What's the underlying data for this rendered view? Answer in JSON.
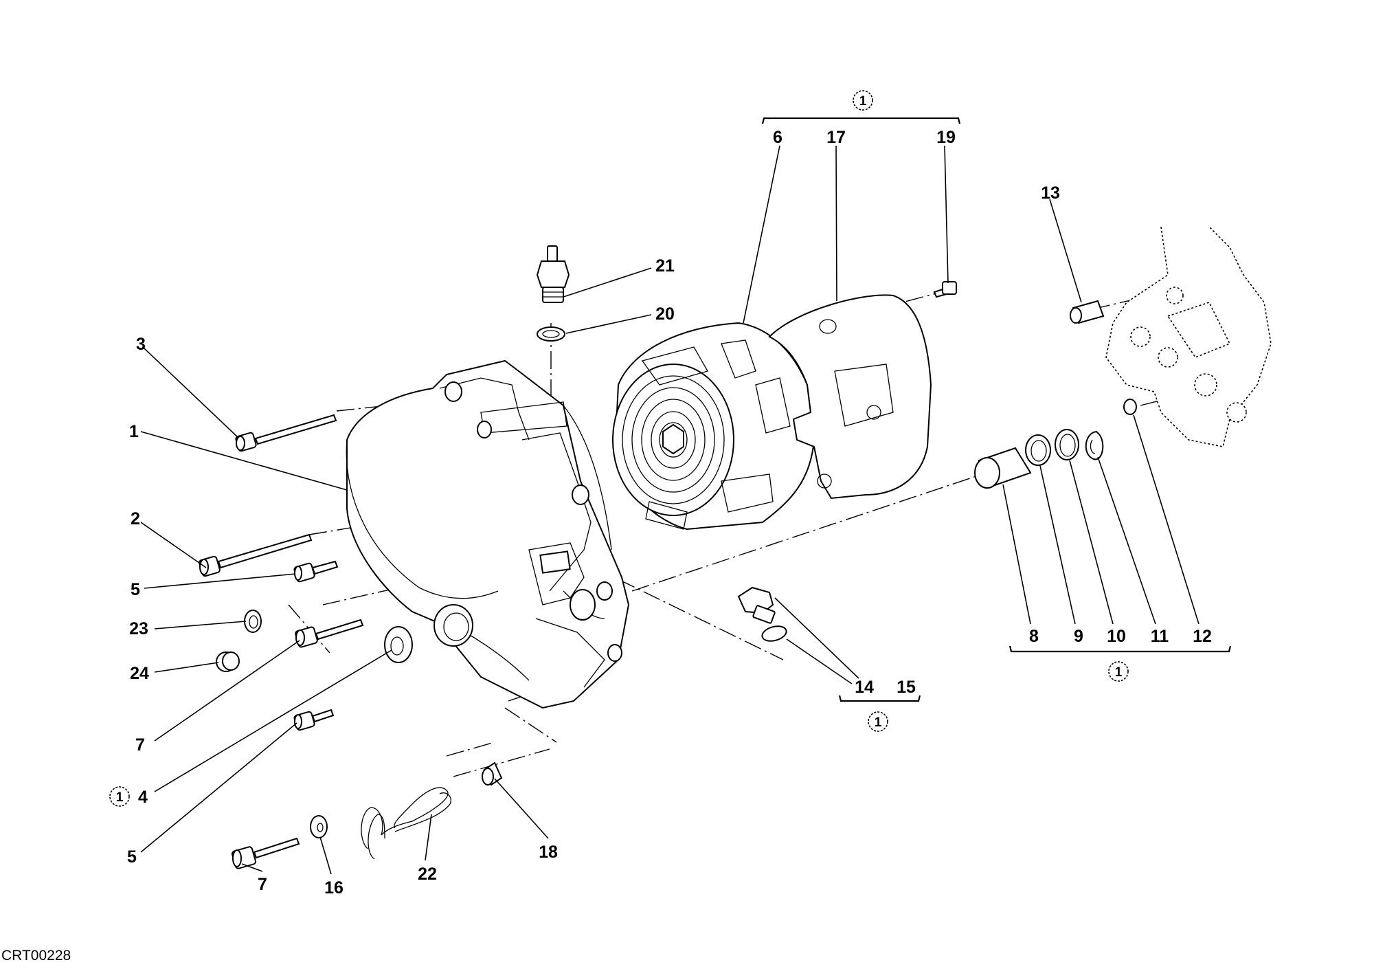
{
  "drawing_code": "CRT00228",
  "kit_marker": "1",
  "callouts": [
    {
      "id": "c1",
      "text": "1"
    },
    {
      "id": "c2",
      "text": "2"
    },
    {
      "id": "c3",
      "text": "3"
    },
    {
      "id": "c4",
      "text": "4"
    },
    {
      "id": "c5a",
      "text": "5"
    },
    {
      "id": "c5b",
      "text": "5"
    },
    {
      "id": "c6",
      "text": "6"
    },
    {
      "id": "c7a",
      "text": "7"
    },
    {
      "id": "c7b",
      "text": "7"
    },
    {
      "id": "c8",
      "text": "8"
    },
    {
      "id": "c9",
      "text": "9"
    },
    {
      "id": "c10",
      "text": "10"
    },
    {
      "id": "c11",
      "text": "11"
    },
    {
      "id": "c12",
      "text": "12"
    },
    {
      "id": "c13",
      "text": "13"
    },
    {
      "id": "c14",
      "text": "14"
    },
    {
      "id": "c15",
      "text": "15"
    },
    {
      "id": "c16",
      "text": "16"
    },
    {
      "id": "c17",
      "text": "17"
    },
    {
      "id": "c18",
      "text": "18"
    },
    {
      "id": "c19",
      "text": "19"
    },
    {
      "id": "c20",
      "text": "20"
    },
    {
      "id": "c21",
      "text": "21"
    },
    {
      "id": "c22",
      "text": "22"
    },
    {
      "id": "c23",
      "text": "23"
    },
    {
      "id": "c24",
      "text": "24"
    }
  ]
}
